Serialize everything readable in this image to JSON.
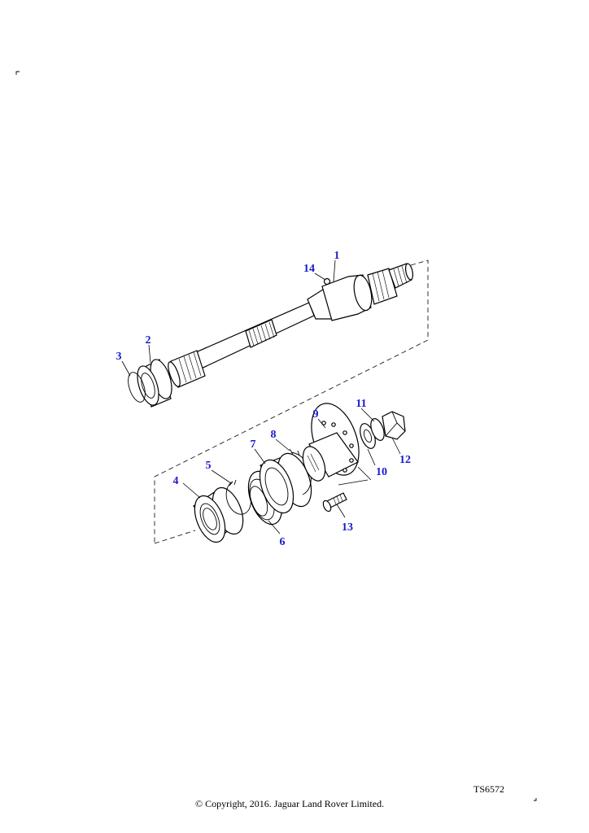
{
  "diagram": {
    "callout_color": "#1a1acd",
    "callouts": [
      "1",
      "2",
      "3",
      "4",
      "5",
      "6",
      "7",
      "8",
      "9",
      "10",
      "11",
      "12",
      "13",
      "14"
    ]
  },
  "footer": {
    "reference": "TS6572",
    "copyright": "© Copyright, 2016. Jaguar Land Rover Limited."
  }
}
